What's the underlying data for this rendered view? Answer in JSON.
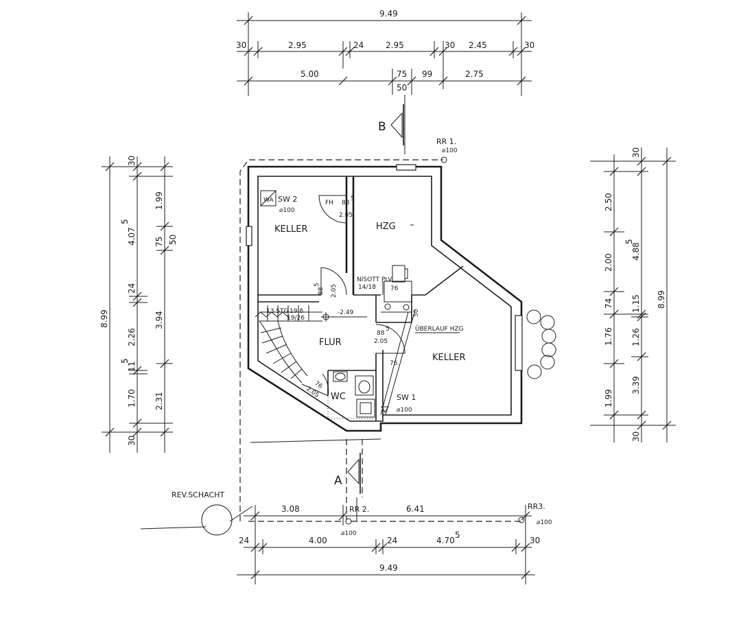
{
  "drawing": {
    "top_dims": {
      "overall": "9.49",
      "row1": [
        "30",
        "2.95",
        "24",
        "2.95",
        "30",
        "2.45",
        "30"
      ],
      "row2": [
        "5.00",
        "75",
        "99",
        "2.75"
      ],
      "row2_sub": "50"
    },
    "bottom_dims": {
      "upper": [
        "3.08",
        "6.41"
      ],
      "lower": [
        "24",
        "4.00",
        "24",
        "4.70",
        "5",
        "30"
      ],
      "overall": "9.49"
    },
    "left_dims": {
      "overall": "8.99",
      "outer_col": [
        "30",
        "4.07",
        "5",
        "24",
        "2.26",
        "11",
        "5",
        "1.70",
        "30"
      ],
      "inner_col": [
        "1.99",
        "75",
        "50",
        "3.94",
        "2.31"
      ]
    },
    "right_dims": {
      "overall": "8.99",
      "col1": [
        "30",
        "2.50",
        "2.00",
        "74",
        "1.76",
        "1.99",
        "30"
      ],
      "col2": [
        "4.88",
        "5",
        "1.15",
        "1.26",
        "3.39"
      ]
    },
    "rooms": {
      "keller_nw": "KELLER",
      "hzg": "HZG",
      "flur": "FLUR",
      "wc": "WC",
      "keller_se": "KELLER"
    },
    "labels": {
      "section_a": "A",
      "section_b": "B",
      "rr1": "RR 1.",
      "rr1_dia": "⌀100",
      "rr2": "RR 2.",
      "rr2_dia": "⌀100",
      "rr3": "RR3.",
      "rr3_dia": "⌀100",
      "rev_schacht": "REV.SCHACHT",
      "sw1": "SW 1",
      "sw1_dia": "⌀100",
      "sw2": "SW 2",
      "sw2_dia": "⌀100",
      "wa": "WA",
      "fh_door": "FH",
      "fh_door_w": "88",
      "fh_door_w_sup": "5",
      "fh_door_h": "2.05",
      "door_keller_w": "88",
      "door_keller_w_sup": "5",
      "door_keller_h": "2.05",
      "door_flur_w": "88",
      "door_flur_w_sup": "5",
      "door_flur_h": "2.05",
      "door_wc_w": "76",
      "door_wc_h": "2.05",
      "door_keller2_w": "76",
      "door_hzg_w": "76",
      "isotop_1": "NISOTT PLV",
      "isotop_2": "14/18",
      "small_50": "50",
      "stairs_1": "13  STG",
      "stairs_2": "19.8",
      "stairs_3": "19/26",
      "level": "-2.49",
      "overflow": "ÜBERLAUF HZG"
    }
  }
}
